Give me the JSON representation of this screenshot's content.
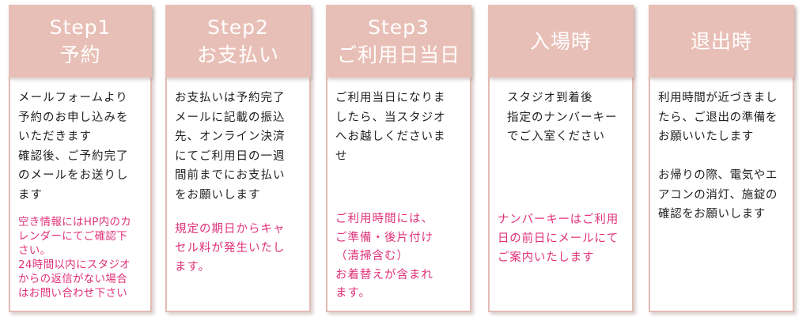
{
  "steps": [
    {
      "title": "Step1\n予約",
      "text": "メールフォームより\n予約のお申し込みを\nいただきます\n確認後、ご予約完了\nのメールをお送りし\nます",
      "note": "空き情報にはHP内のカ\nレンダーにてご確認下\nさい。\n24時間以内にスタジオ\nからの返信がない場合\nはお問い合わせ下さい"
    },
    {
      "title": "Step2\nお支払い",
      "text": "お支払いは予約完了\nメールに記載の振込\n先、オンライン決済\nにてご利用日の一週\n間前までにお支払い\nをお願いします",
      "note": "規定の期日からキャ\nセル料が発生いたし\nます。"
    },
    {
      "title": "Step3\nご利用日当日",
      "text": "ご利用当日になりま\nしたら、当スタジオ\nへお越しくださいま\nせ",
      "note": "ご利用時間には、\nご準備・後片付け\n（清掃含む）\nお着替えが含まれ\nます。"
    },
    {
      "title": "入場時",
      "text": "スタジオ到着後\n指定のナンバーキー\nでご入室ください",
      "note": "ナンバーキーはご利用\n日の前日にメールにて\nご案内いたします"
    },
    {
      "title": "退出時",
      "text": "利用時間が近づきまし\nたら、ご退出の準備を\nお願いいたします\n\nお帰りの際、電気やエ\nアコンの消灯、施錠の\n確認をお願いします",
      "note": ""
    }
  ],
  "colors": {
    "header_bg": "#e8bfb6",
    "header_text": "#ffffff",
    "body_text": "#222222",
    "note_text": "#e0337a"
  }
}
